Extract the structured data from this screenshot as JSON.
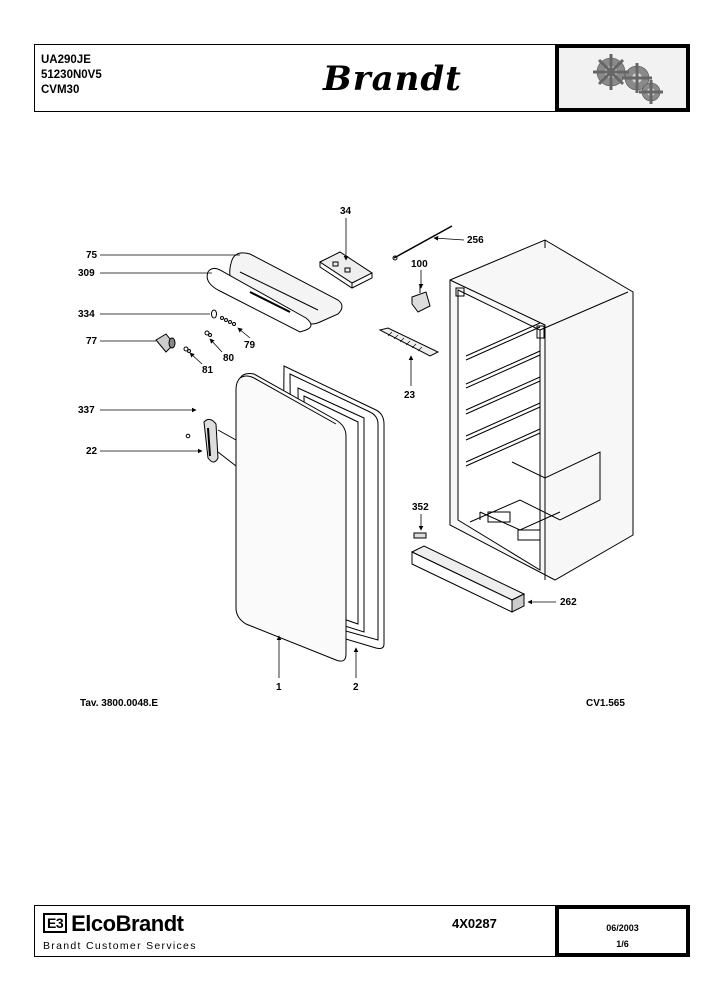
{
  "header": {
    "model_codes": [
      "UA290JE",
      "51230N0V5",
      "CVM30"
    ],
    "brand": "Brandt"
  },
  "diagram": {
    "callouts": {
      "p34": "34",
      "p256": "256",
      "p75": "75",
      "p100": "100",
      "p309": "309",
      "p334": "334",
      "p79": "79",
      "p77": "77",
      "p80": "80",
      "p81": "81",
      "p23": "23",
      "p337": "337",
      "p22": "22",
      "p352": "352",
      "p262": "262",
      "p1": "1",
      "p2": "2"
    },
    "table_ref": "Tav. 3800.0048.E",
    "sheet_ref": "CV1.565"
  },
  "footer": {
    "company": "ElcoBrandt",
    "company_mark": "E3",
    "service": "Brandt Customer Services",
    "doc_code": "4X0287",
    "date": "06/2003",
    "page": "1/6"
  }
}
